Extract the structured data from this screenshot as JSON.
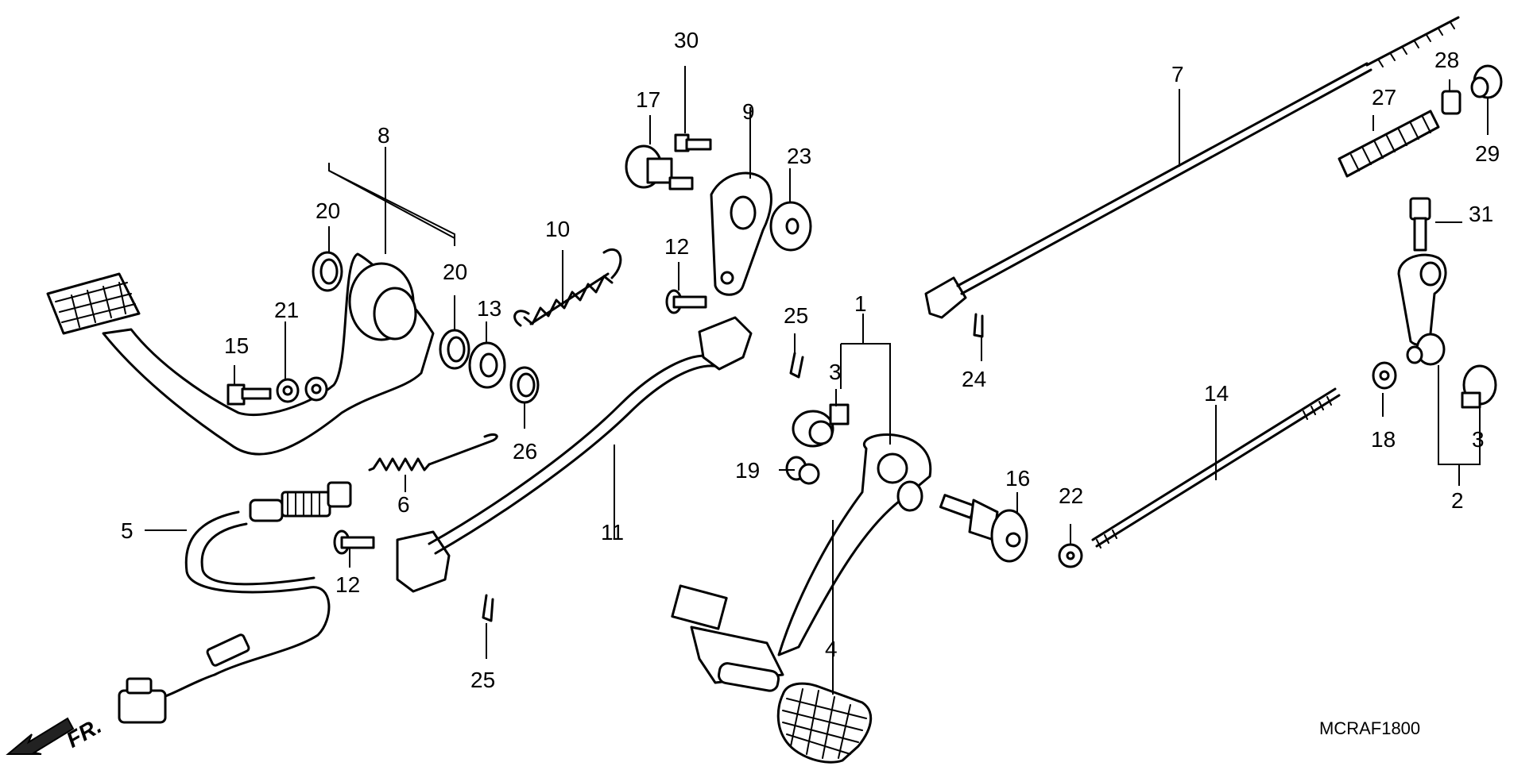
{
  "diagram_code": "MCRAF1800",
  "front_marker": "FR.",
  "callouts": {
    "c1": "1",
    "c2": "2",
    "c3a": "3",
    "c3b": "3",
    "c4": "4",
    "c5": "5",
    "c6": "6",
    "c7": "7",
    "c8": "8",
    "c9": "9",
    "c10": "10",
    "c11": "11",
    "c12a": "12",
    "c12b": "12",
    "c13": "13",
    "c14": "14",
    "c15": "15",
    "c16": "16",
    "c17": "17",
    "c18": "18",
    "c19": "19",
    "c20a": "20",
    "c20b": "20",
    "c21": "21",
    "c22": "22",
    "c23": "23",
    "c24": "24",
    "c25a": "25",
    "c25b": "25",
    "c26": "26",
    "c27": "27",
    "c28": "28",
    "c29": "29",
    "c30": "30",
    "c31": "31"
  }
}
